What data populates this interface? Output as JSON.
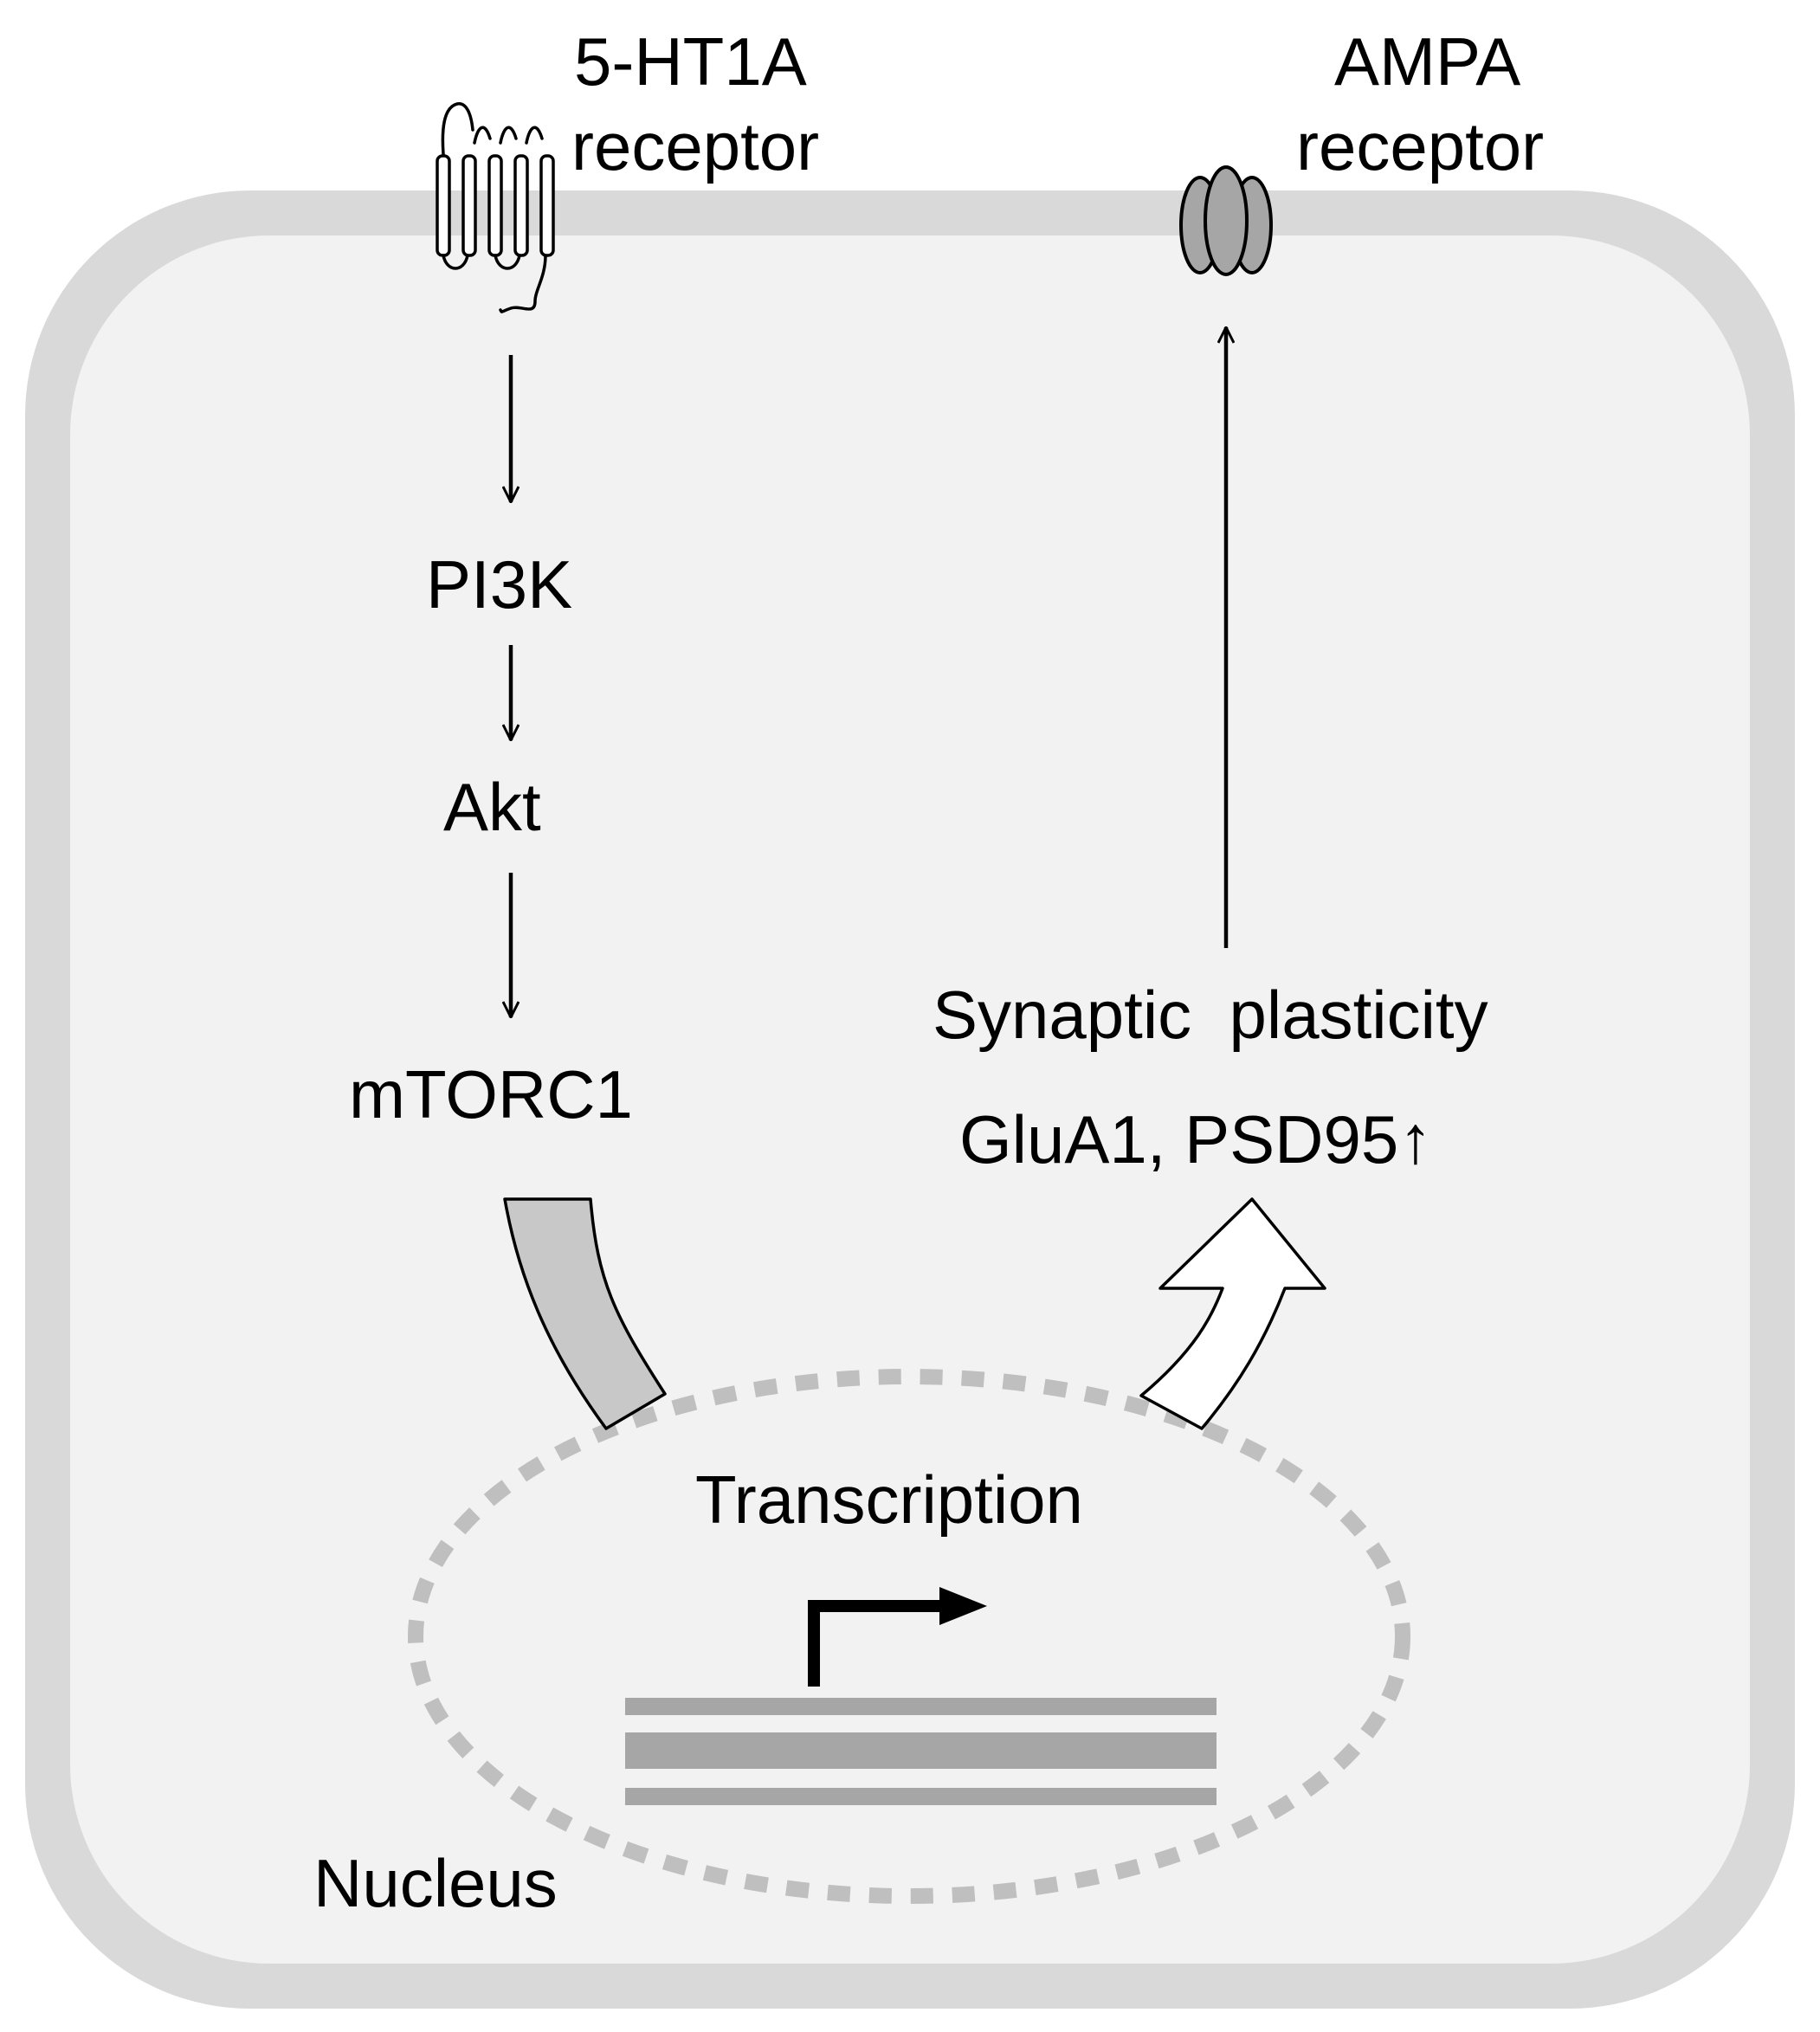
{
  "receptors": {
    "ht1a": {
      "line1": "5-HT1A",
      "line2": "receptor"
    },
    "ampa": {
      "line1": "AMPA",
      "line2": "receptor"
    }
  },
  "pathway": {
    "pi3k": "PI3K",
    "akt": "Akt",
    "mtorc1": "mTORC1"
  },
  "outcome": {
    "synaptic": "Synaptic  plasticity",
    "markers": "GluA1, PSD95↑"
  },
  "nucleus": {
    "transcription": "Transcription",
    "label": "Nucleus"
  },
  "colors": {
    "membrane": "#d9d9d9",
    "cytoplasm": "#f2f2f2",
    "nucleus_dash": "#bfbfbf",
    "dna": "#a6a6a6",
    "ampa_fill": "#a6a6a6",
    "mtorc_arrow": "#c8c8c8"
  }
}
